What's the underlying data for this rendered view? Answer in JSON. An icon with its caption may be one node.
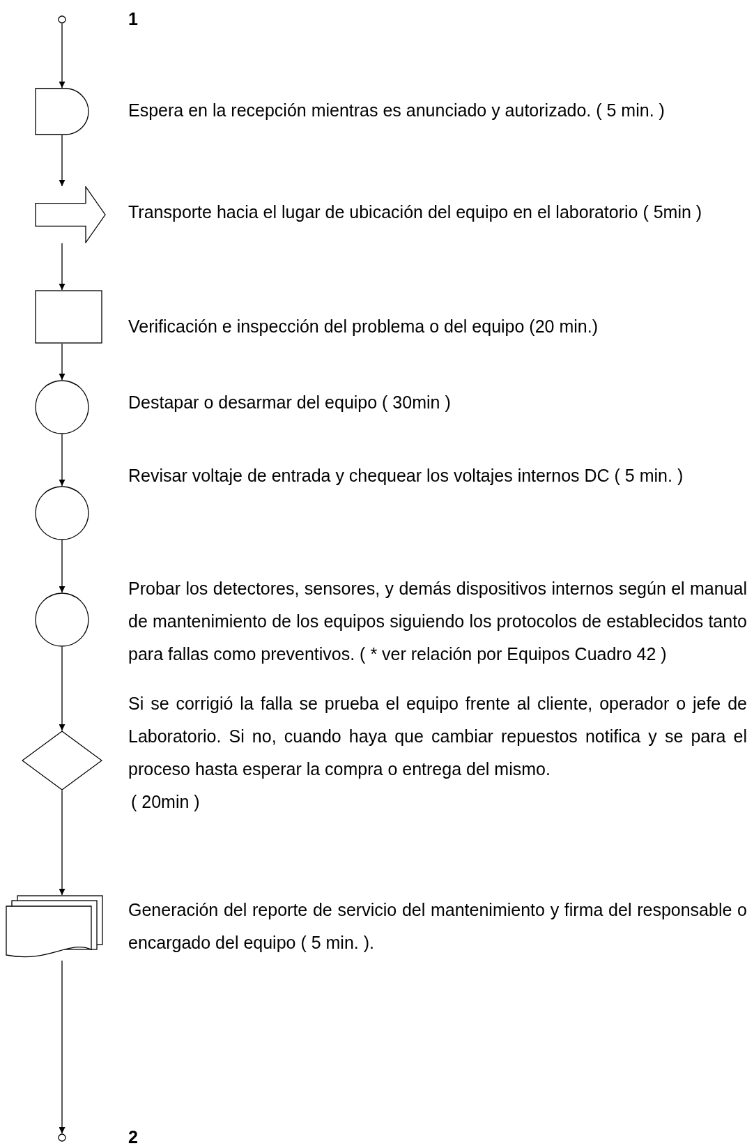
{
  "diagram": {
    "nodes": [
      {
        "text": [],
        "shape": "circle",
        "beside": [
          "1"
        ]
      },
      {
        "text": [],
        "shape": "delay",
        "beside": [
          "Espera en la recepción mientras es anunciado y autorizado. ( 5 min. )"
        ]
      },
      {
        "text": [],
        "shape": "arrow",
        "beside": [
          "Transporte hacia el lugar de ubicación del equipo en el laboratorio ( 5min )"
        ]
      },
      {
        "text": [],
        "shape": "box",
        "beside": [
          "Verificación e inspección del problema o del equipo (20 min.)"
        ]
      },
      {
        "text": [],
        "shape": "circle",
        "beside": [
          "Destapar o desarmar del equipo ( 30min )"
        ]
      },
      {
        "text": [],
        "shape": "circle",
        "beside": [
          "Revisar voltaje de entrada y chequear los voltajes internos DC ( 5 min. )"
        ]
      },
      {
        "text": [],
        "shape": "circle",
        "beside": [
          "Probar los detectores, sensores, y demás dispositivos internos según el manual de mantenimiento de los equipos siguiendo los protocolos de establecidos tanto para fallas como preventivos. ( * ver relación por Equipos Cuadro 42 )"
        ]
      },
      {
        "text": [],
        "shape": "diamond",
        "beside": [
          "Si se corrigió la falla se prueba el equipo frente al cliente, operador o jefe de Laboratorio. Si no, cuando haya que cambiar repuestos notifica y se para el proceso hasta esperar la compra o entrega del mismo.",
          "( 20min )"
        ]
      },
      {
        "text": [],
        "shape": "document",
        "beside": [
          "Generación del reporte de servicio del mantenimiento y firma del responsable o encargado del equipo ( 5 min. )."
        ]
      },
      {
        "text": [],
        "shape": "circle",
        "beside": [
          "2"
        ]
      }
    ],
    "edges": [
      {
        "from": 0,
        "to": 1,
        "arrow": "to"
      },
      {
        "from": 1,
        "to": 2,
        "arrow": "to"
      },
      {
        "from": 2,
        "to": 3,
        "arrow": "to"
      },
      {
        "from": 3,
        "to": 4,
        "arrow": "to"
      },
      {
        "from": 4,
        "to": 5,
        "arrow": "to"
      },
      {
        "from": 5,
        "to": 6,
        "arrow": "to"
      },
      {
        "from": 6,
        "to": 7,
        "arrow": "to"
      },
      {
        "from": 7,
        "to": 8,
        "arrow": "to"
      },
      {
        "from": 8,
        "to": 9,
        "arrow": "to"
      }
    ]
  }
}
